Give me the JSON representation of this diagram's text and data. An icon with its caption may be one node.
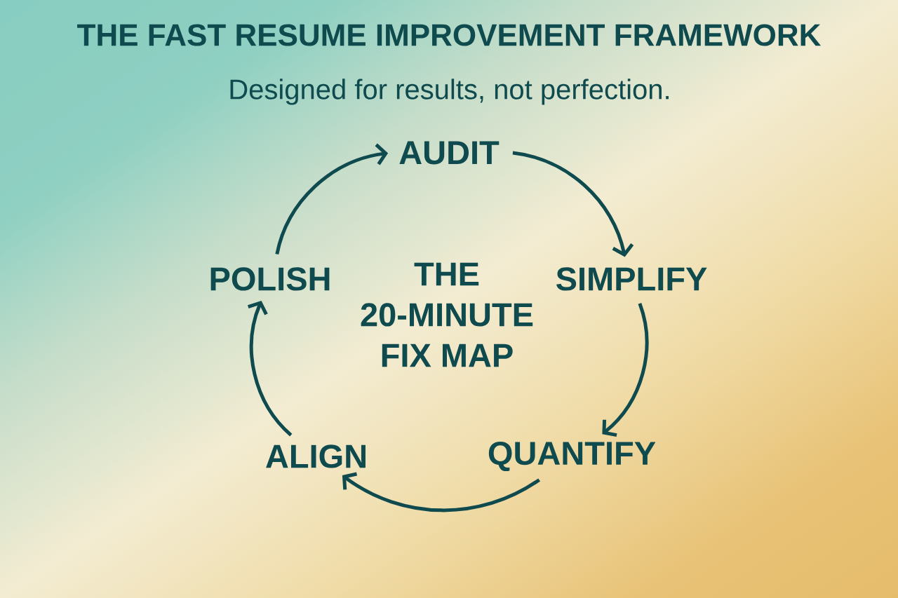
{
  "diagram": {
    "title": "THE FAST RESUME IMPROVEMENT FRAMEWORK",
    "nodes": [
      {
        "text": [
          "AUDIT"
        ]
      },
      {
        "text": [
          "SIMPLIFY"
        ]
      },
      {
        "text": [
          "QUANTIFY"
        ]
      },
      {
        "text": [
          "ALIGN"
        ]
      },
      {
        "text": [
          "POLISH"
        ]
      }
    ],
    "edges": [
      {
        "from": 0,
        "to": 1,
        "arrow": "to"
      },
      {
        "from": 1,
        "to": 2,
        "arrow": "to"
      },
      {
        "from": 2,
        "to": 3,
        "arrow": "to"
      },
      {
        "from": 3,
        "to": 4,
        "arrow": "to"
      },
      {
        "from": 4,
        "to": 0,
        "arrow": "to"
      }
    ],
    "labels": [
      "Designed for results, not perfection.",
      "THE 20-MINUTE FIX MAP"
    ]
  }
}
